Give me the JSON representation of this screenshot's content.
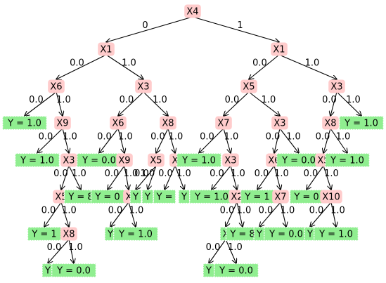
{
  "colors": {
    "split_fill": "#ffcccc",
    "leaf_fill": "#90ee90",
    "edge": "#000000"
  },
  "nodes": [
    {
      "id": "r",
      "label": "X4"
    },
    {
      "id": "L1",
      "label": "X1"
    },
    {
      "id": "R1",
      "label": "X1"
    },
    {
      "id": "a",
      "label": "X6"
    },
    {
      "id": "b",
      "label": "X3"
    },
    {
      "id": "c",
      "label": "X5"
    },
    {
      "id": "d",
      "label": "X3"
    },
    {
      "id": "a0",
      "label": "Y = 1.0",
      "leaf": true
    },
    {
      "id": "a1",
      "label": "X9"
    },
    {
      "id": "b0",
      "label": "X6"
    },
    {
      "id": "b1",
      "label": "X8"
    },
    {
      "id": "c0",
      "label": "X7"
    },
    {
      "id": "c1",
      "label": "X3"
    },
    {
      "id": "d0",
      "label": "X8"
    },
    {
      "id": "d1",
      "label": "Y = 1.0",
      "leaf": true
    },
    {
      "id": "a10",
      "label": "Y = 1.0",
      "leaf": true
    },
    {
      "id": "a11",
      "label": "X3"
    },
    {
      "id": "b00",
      "label": "Y = 0.0",
      "leaf": true
    },
    {
      "id": "b01",
      "label": "X9"
    },
    {
      "id": "b10",
      "label": "X5"
    },
    {
      "id": "b11",
      "label": "X"
    },
    {
      "id": "c00",
      "label": "Y = 1.0",
      "leaf": true
    },
    {
      "id": "c01",
      "label": "X3"
    },
    {
      "id": "c10",
      "label": "X6"
    },
    {
      "id": "c11",
      "label": "Y = 0.0",
      "leaf": true
    },
    {
      "id": "d00",
      "label": "X5"
    },
    {
      "id": "d01",
      "label": "Y = 1.0",
      "leaf": true
    },
    {
      "id": "a110",
      "label": "X5"
    },
    {
      "id": "a111",
      "label": "Y = 8",
      "leaf": true
    },
    {
      "id": "b010",
      "label": "Y = 0",
      "leaf": true
    },
    {
      "id": "b011",
      "label": "X"
    },
    {
      "id": "b100",
      "label": "Y",
      "leaf": true
    },
    {
      "id": "b101",
      "label": "Y",
      "leaf": true
    },
    {
      "id": "b110",
      "label": "Y =",
      "leaf": true
    },
    {
      "id": "b111",
      "label": "Y",
      "leaf": true
    },
    {
      "id": "c010",
      "label": "Y = 1.0",
      "leaf": true
    },
    {
      "id": "c011",
      "label": "X2"
    },
    {
      "id": "c100",
      "label": "Y = 1",
      "leaf": true
    },
    {
      "id": "c101",
      "label": "X7"
    },
    {
      "id": "d000",
      "label": "Y = 0",
      "leaf": true
    },
    {
      "id": "d001",
      "label": "X10"
    },
    {
      "id": "a1100",
      "label": "Y = 1",
      "leaf": true
    },
    {
      "id": "a1101",
      "label": "X8"
    },
    {
      "id": "b0110",
      "label": "Y",
      "leaf": true
    },
    {
      "id": "b0111",
      "label": "Y = 1.0",
      "leaf": true
    },
    {
      "id": "c0110",
      "label": "X",
      "leaf": true
    },
    {
      "id": "c0111",
      "label": "Y = 8",
      "leaf": true
    },
    {
      "id": "c1010",
      "label": "Y",
      "leaf": true
    },
    {
      "id": "c1011",
      "label": "Y = 0.0",
      "leaf": true
    },
    {
      "id": "d0010",
      "label": "Y",
      "leaf": true
    },
    {
      "id": "d0011",
      "label": "Y = 1.0",
      "leaf": true
    },
    {
      "id": "a11010",
      "label": "Y",
      "leaf": true
    },
    {
      "id": "a11011",
      "label": "Y = 0.0",
      "leaf": true
    },
    {
      "id": "c01100",
      "label": "Y",
      "leaf": true
    },
    {
      "id": "c01101",
      "label": "Y = 0.0",
      "leaf": true
    }
  ],
  "edges": [
    {
      "from": "r",
      "to": "L1",
      "label": "0"
    },
    {
      "from": "r",
      "to": "R1",
      "label": "1"
    },
    {
      "from": "L1",
      "to": "a",
      "label": "0.0"
    },
    {
      "from": "L1",
      "to": "b",
      "label": "1.0"
    },
    {
      "from": "R1",
      "to": "c",
      "label": "0.0"
    },
    {
      "from": "R1",
      "to": "d",
      "label": "1.0"
    },
    {
      "from": "a",
      "to": "a0",
      "label": "0.0"
    },
    {
      "from": "a",
      "to": "a1",
      "label": "1.0"
    },
    {
      "from": "b",
      "to": "b0",
      "label": "0.0"
    },
    {
      "from": "b",
      "to": "b1",
      "label": "1.0"
    },
    {
      "from": "c",
      "to": "c0",
      "label": "0.0"
    },
    {
      "from": "c",
      "to": "c1",
      "label": "1.0"
    },
    {
      "from": "d",
      "to": "d0",
      "label": "0.0"
    },
    {
      "from": "d",
      "to": "d1",
      "label": "1.0"
    },
    {
      "from": "a1",
      "to": "a10",
      "label": "0.0"
    },
    {
      "from": "a1",
      "to": "a11",
      "label": "1.0"
    },
    {
      "from": "b0",
      "to": "b00",
      "label": "0.0"
    },
    {
      "from": "b0",
      "to": "b01",
      "label": "1.0"
    },
    {
      "from": "b1",
      "to": "b10",
      "label": "0.0"
    },
    {
      "from": "b1",
      "to": "b11",
      "label": "1.0"
    },
    {
      "from": "c0",
      "to": "c00",
      "label": "0.0"
    },
    {
      "from": "c0",
      "to": "c01",
      "label": "1.0"
    },
    {
      "from": "c1",
      "to": "c10",
      "label": "0.0"
    },
    {
      "from": "c1",
      "to": "c11",
      "label": "1.0"
    },
    {
      "from": "d0",
      "to": "d00",
      "label": "0.0"
    },
    {
      "from": "d0",
      "to": "d01",
      "label": "1.0"
    },
    {
      "from": "a11",
      "to": "a110",
      "label": "0.0"
    },
    {
      "from": "a11",
      "to": "a111",
      "label": "1.0"
    },
    {
      "from": "b01",
      "to": "b010",
      "label": "0.0"
    },
    {
      "from": "b01",
      "to": "b011",
      "label": "1.0"
    },
    {
      "from": "b10",
      "to": "b100",
      "label": "0.0"
    },
    {
      "from": "b10",
      "to": "b101",
      "label": "1.0"
    },
    {
      "from": "b11",
      "to": "b110",
      "label": "0.0"
    },
    {
      "from": "b11",
      "to": "b111",
      "label": "1.0"
    },
    {
      "from": "c01",
      "to": "c010",
      "label": "0.0"
    },
    {
      "from": "c01",
      "to": "c011",
      "label": "1.0"
    },
    {
      "from": "c10",
      "to": "c100",
      "label": "0.0"
    },
    {
      "from": "c10",
      "to": "c101",
      "label": "1.0"
    },
    {
      "from": "d00",
      "to": "d000",
      "label": "0.0"
    },
    {
      "from": "d00",
      "to": "d001",
      "label": "1.0"
    },
    {
      "from": "a110",
      "to": "a1100",
      "label": "0.0"
    },
    {
      "from": "a110",
      "to": "a1101",
      "label": "1.0"
    },
    {
      "from": "b011",
      "to": "b0110",
      "label": "0.0"
    },
    {
      "from": "b011",
      "to": "b0111",
      "label": "1.0"
    },
    {
      "from": "c011",
      "to": "c0110",
      "label": "0.0"
    },
    {
      "from": "c011",
      "to": "c0111",
      "label": "1.0"
    },
    {
      "from": "c101",
      "to": "c1010",
      "label": "0.0"
    },
    {
      "from": "c101",
      "to": "c1011",
      "label": "1.0"
    },
    {
      "from": "d001",
      "to": "d0010",
      "label": "0.0"
    },
    {
      "from": "d001",
      "to": "d0011",
      "label": "1.0"
    },
    {
      "from": "a1101",
      "to": "a11010",
      "label": "0.0"
    },
    {
      "from": "a1101",
      "to": "a11011",
      "label": "1.0"
    },
    {
      "from": "c0110",
      "to": "c01100",
      "label": "0.0"
    },
    {
      "from": "c0110",
      "to": "c01101",
      "label": "1.0"
    }
  ]
}
